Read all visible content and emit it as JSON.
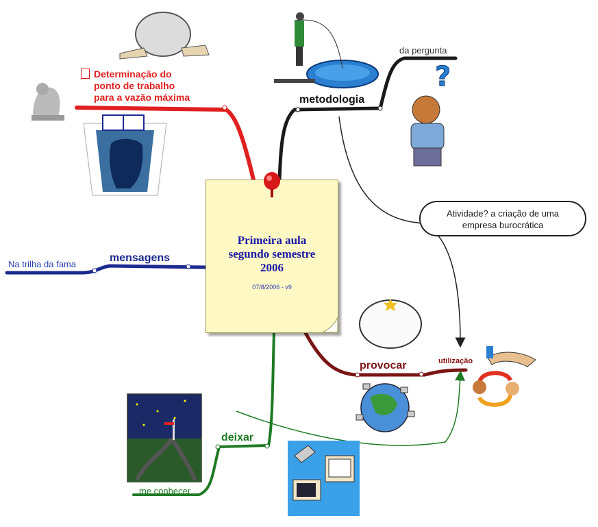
{
  "central": {
    "title_line1": "Primeira aula",
    "title_line2": "segundo semestre",
    "title_line3": "2006",
    "subtitle": "07/8/2006 - v9"
  },
  "topics": {
    "determinacao": {
      "line1": "Determinação do",
      "line2": "ponto de trabalho",
      "line3": "para a vazão máxima",
      "color": "#e02020"
    },
    "metodologia": {
      "label": "metodologia",
      "color": "#111111"
    },
    "mensagens": {
      "label": "mensagens",
      "color": "#1c2a90"
    },
    "provocar": {
      "label": "provocar",
      "color": "#7a1515"
    },
    "deixar": {
      "label": "deixar",
      "color": "#1e7a24"
    }
  },
  "subtopics": {
    "da_pergunta": "da pergunta",
    "na_trilha": "Na trilha da fama",
    "utilizacao": "utilização",
    "me_conhecer": "me conhecer"
  },
  "callout": {
    "line1": "Atividade? a criação de uma",
    "line2": "empresa burocrática"
  },
  "icons": {
    "note": "document-note-icon",
    "pin": "pushpin-icon"
  }
}
